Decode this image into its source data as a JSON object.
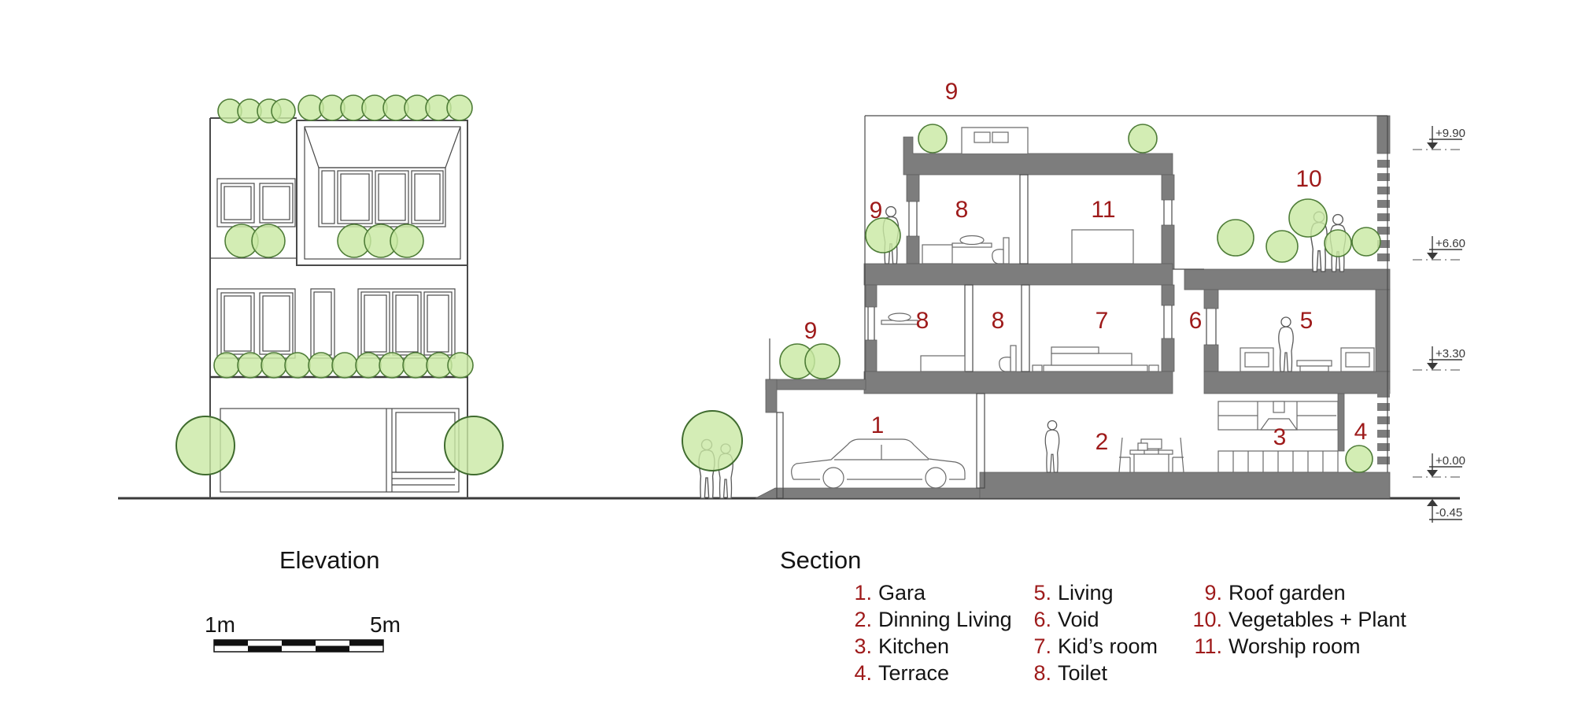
{
  "colors": {
    "plant_fill": "#c9e9a4",
    "plant_stroke": "#4f7d38",
    "wall_gray": "#7d7d7d",
    "line_dark": "#4a4a4a",
    "label_red": "#9e1a1a",
    "text_black": "#141414"
  },
  "elevation": {
    "title": "Elevation",
    "scale_left": "1m",
    "scale_right": "5m"
  },
  "section": {
    "title": "Section",
    "room_labels": [
      {
        "id": "roof-garden-top",
        "num": "9"
      },
      {
        "id": "vegetables-plant-terrace",
        "num": "10"
      },
      {
        "id": "roof-garden-third-floor",
        "num": "9"
      },
      {
        "id": "toilet-third-floor",
        "num": "8"
      },
      {
        "id": "worship-room",
        "num": "11"
      },
      {
        "id": "roof-garden-second-floor",
        "num": "9"
      },
      {
        "id": "toilet-second-floor-a",
        "num": "8"
      },
      {
        "id": "toilet-second-floor-b",
        "num": "8"
      },
      {
        "id": "kids-room",
        "num": "7"
      },
      {
        "id": "void",
        "num": "6"
      },
      {
        "id": "living",
        "num": "5"
      },
      {
        "id": "gara",
        "num": "1"
      },
      {
        "id": "dinning-living",
        "num": "2"
      },
      {
        "id": "kitchen",
        "num": "3"
      },
      {
        "id": "terrace",
        "num": "4"
      }
    ],
    "levels": [
      {
        "label": "+9.90"
      },
      {
        "label": "+6.60"
      },
      {
        "label": "+3.30"
      },
      {
        "label": "+0.00"
      },
      {
        "label": "-0.45"
      }
    ]
  },
  "legend": {
    "columns": [
      {
        "items": [
          {
            "num": "1.",
            "label": "Gara"
          },
          {
            "num": "2.",
            "label": "Dinning Living"
          },
          {
            "num": "3.",
            "label": "Kitchen"
          },
          {
            "num": "4.",
            "label": "Terrace"
          }
        ]
      },
      {
        "items": [
          {
            "num": "5.",
            "label": "Living"
          },
          {
            "num": "6.",
            "label": "Void"
          },
          {
            "num": "7.",
            "label": "Kid’s room"
          },
          {
            "num": "8.",
            "label": "Toilet"
          }
        ]
      },
      {
        "items": [
          {
            "num": "9.",
            "label": "Roof garden"
          },
          {
            "num": "10.",
            "label": "Vegetables + Plant"
          },
          {
            "num": "11.",
            "label": "Worship room"
          }
        ]
      }
    ]
  }
}
